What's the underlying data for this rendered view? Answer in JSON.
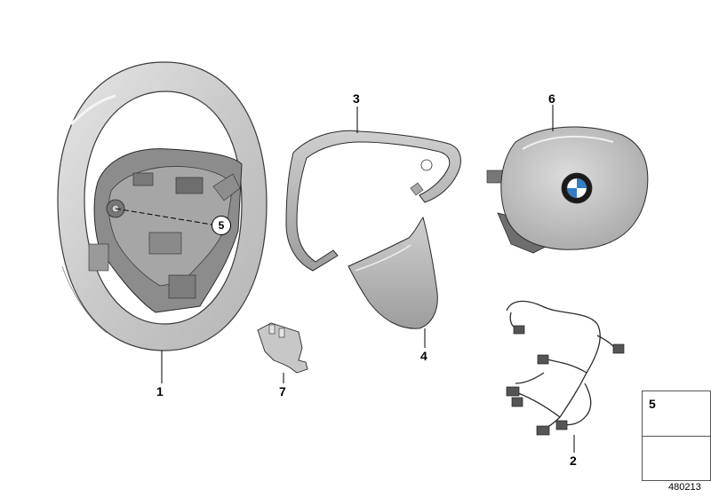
{
  "callouts": {
    "steering_wheel": "1",
    "wiring_harness": "2",
    "trim_cover_upper": "3",
    "trim_cover_lower": "4",
    "screw_ref": "5",
    "airbag_module": "6",
    "connector": "7"
  },
  "legend": {
    "part_number": "5"
  },
  "diagram_id": "480213",
  "airbag_logo_text": "BMW",
  "colors": {
    "part_fill": "#d4d4d4",
    "part_dark": "#7a7a7a",
    "line": "#2a2a2a"
  }
}
